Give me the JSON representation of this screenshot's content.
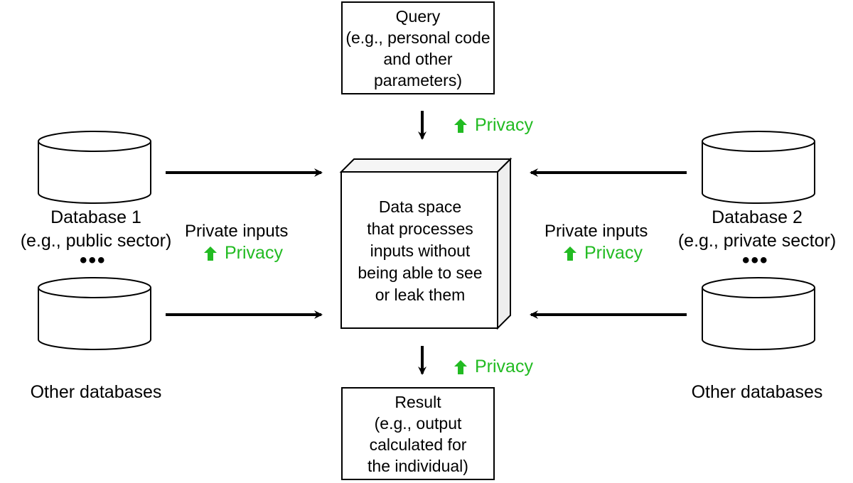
{
  "query": {
    "lines": [
      "Query",
      "(e.g., personal code",
      "and other",
      "parameters)"
    ]
  },
  "data_space": {
    "lines": [
      "Data space",
      "that processes",
      "inputs without",
      "being able to see",
      "or leak them"
    ]
  },
  "result": {
    "lines": [
      "Result",
      "(e.g., output",
      "calculated for",
      "the individual)"
    ]
  },
  "database_1": {
    "lines": [
      "Database 1",
      "(e.g., public sector)"
    ]
  },
  "database_2": {
    "lines": [
      "Database 2",
      "(e.g., private sector)"
    ]
  },
  "other_databases_left": "Other databases",
  "other_databases_right": "Other databases",
  "ellipsis": "•••",
  "private_inputs_left": "Private inputs",
  "private_inputs_right": "Private inputs",
  "privacy": {
    "top": "Privacy",
    "bottom": "Privacy",
    "left": "Privacy",
    "right": "Privacy",
    "color": "#22bb22",
    "icon": "up-arrow-icon"
  },
  "colors": {
    "stroke": "#000000",
    "cube_side": "#eeeeee",
    "cube_top": "#f5f5f5",
    "privacy": "#22bb22"
  }
}
